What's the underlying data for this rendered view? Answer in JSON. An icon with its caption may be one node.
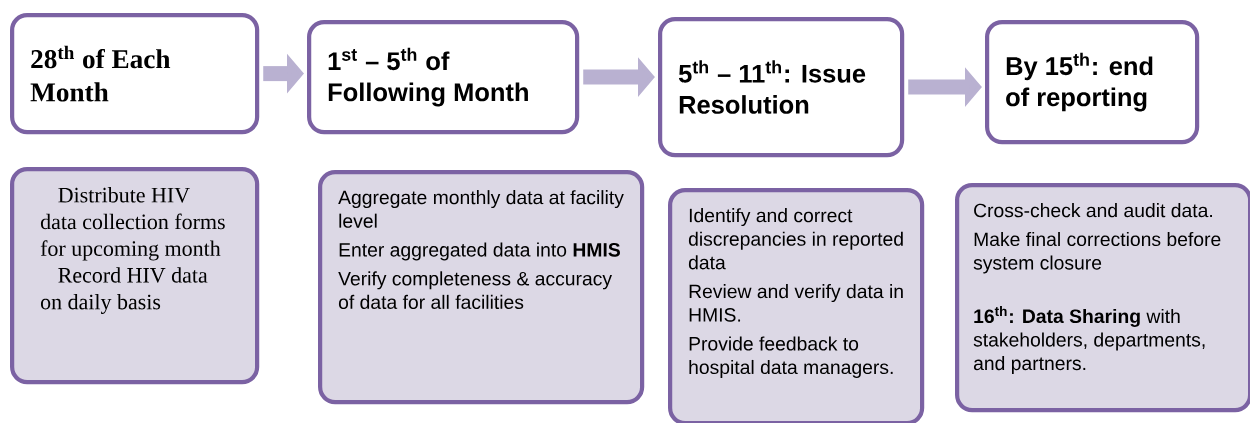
{
  "diagram": {
    "nodes": [
      {
        "text": [
          "28$^{th}$ of Each Month"
        ]
      },
      {
        "text": [
          "1$^{st}$ – 5$^{th}$ of Following Month"
        ]
      },
      {
        "text": [
          "5$^{th}$ – 11$^{th}$: Issue Resolution"
        ]
      },
      {
        "text": [
          "By 15$^{th}$: end of reporting"
        ]
      },
      {
        "text": [
          "Distribute HIV data collection forms for upcoming month",
          "Record HIV data on daily basis"
        ]
      },
      {
        "text": [
          "Aggregate monthly data at facility level",
          "Enter aggregated data into **HMIS**",
          "Verify completeness & accuracy of data for all facilities"
        ]
      },
      {
        "text": [
          "Identify and correct discrepancies in reported data",
          "Review and verify data in HMIS.",
          "Provide feedback to hospital data managers."
        ]
      },
      {
        "text": [
          "Cross-check and audit data.",
          "Make final corrections before system closure",
          "**16$^{th}$: Data Sharing** with stakeholders, departments, and partners."
        ]
      }
    ],
    "edges": [
      {
        "from": 0,
        "to": 1,
        "arrow": "to"
      },
      {
        "from": 1,
        "to": 2,
        "arrow": "to"
      },
      {
        "from": 2,
        "to": 3,
        "arrow": "to"
      }
    ]
  }
}
